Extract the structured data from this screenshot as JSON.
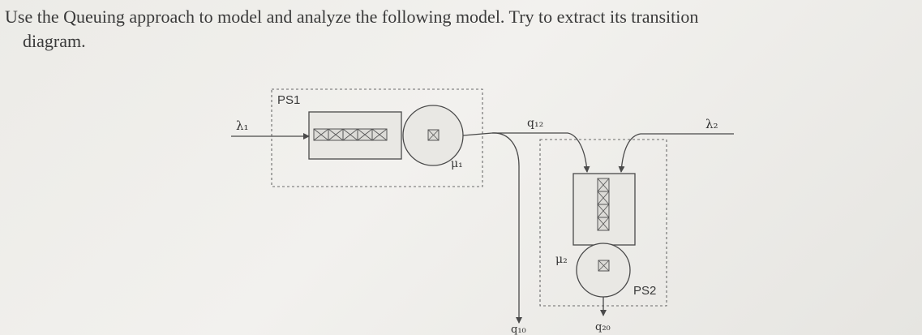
{
  "problem": {
    "line1": "Use the Queuing approach to model and analyze the following model. Try to extract its transition",
    "line2": "diagram."
  },
  "diagram": {
    "ps1_label": "PS1",
    "ps2_label": "PS2",
    "lambda1": "λ₁",
    "lambda2": "λ₂",
    "mu1": "μ₁",
    "mu2": "μ₂",
    "q12": "q₁₂",
    "q10": "q₁₀",
    "q20": "q₂₀"
  }
}
